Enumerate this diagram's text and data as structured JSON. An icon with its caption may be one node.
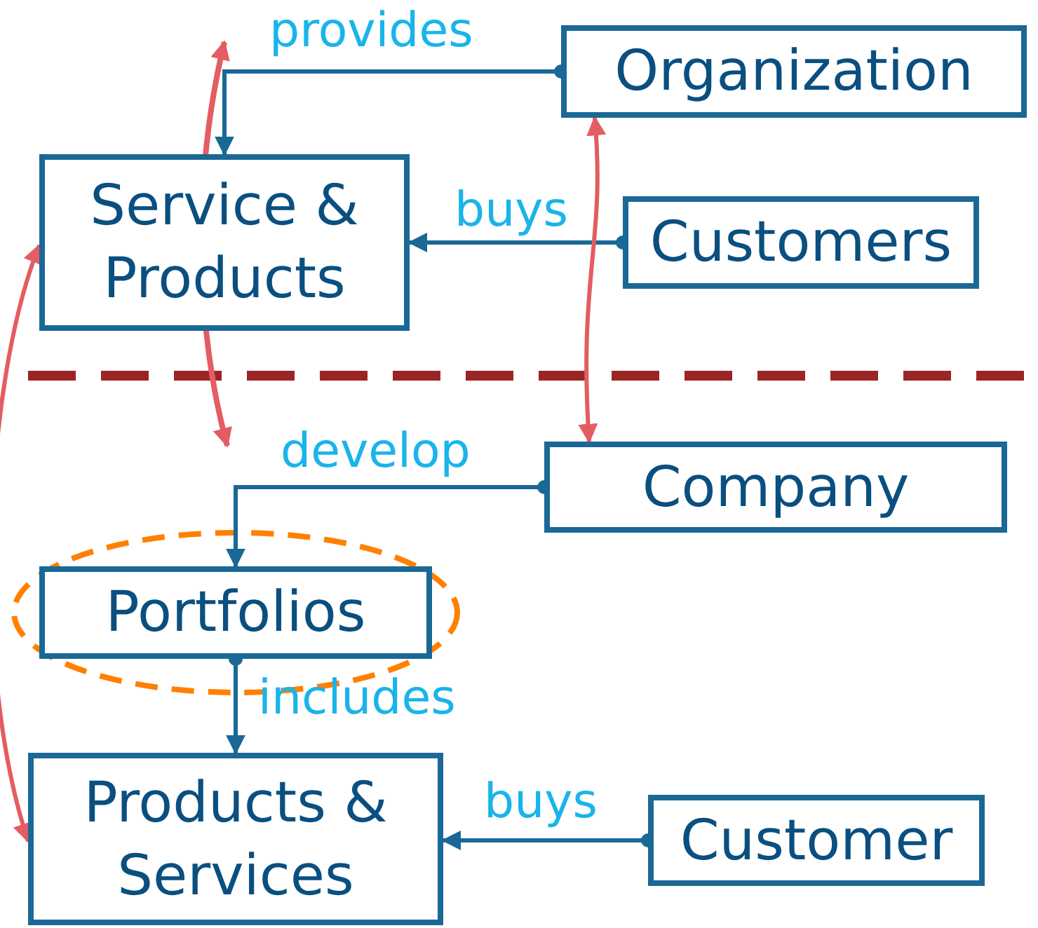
{
  "diagram": {
    "nodes": [
      {
        "text": [
          "Organization"
        ]
      },
      {
        "text": [
          "Service & Products"
        ]
      },
      {
        "text": [
          "Customers"
        ]
      },
      {
        "text": [
          "Company"
        ]
      },
      {
        "text": [
          "Portfolios"
        ]
      },
      {
        "text": [
          "Products & Services"
        ]
      },
      {
        "text": [
          "Customer"
        ]
      }
    ],
    "edges": [
      {
        "from": 0,
        "to": 1,
        "arrow": "to",
        "label": "provides"
      },
      {
        "from": 2,
        "to": 1,
        "arrow": "to",
        "label": "buys"
      },
      {
        "from": 3,
        "to": 4,
        "arrow": "to",
        "label": "develop"
      },
      {
        "from": 4,
        "to": 5,
        "arrow": "to",
        "label": "includes"
      },
      {
        "from": 6,
        "to": 5,
        "arrow": "to",
        "label": "buys"
      },
      {
        "from": 0,
        "to": 3,
        "arrow": "both",
        "color": "#e35d62"
      },
      {
        "from": 1,
        "to": 5,
        "arrow": "both",
        "color": "#e35d62"
      }
    ]
  }
}
